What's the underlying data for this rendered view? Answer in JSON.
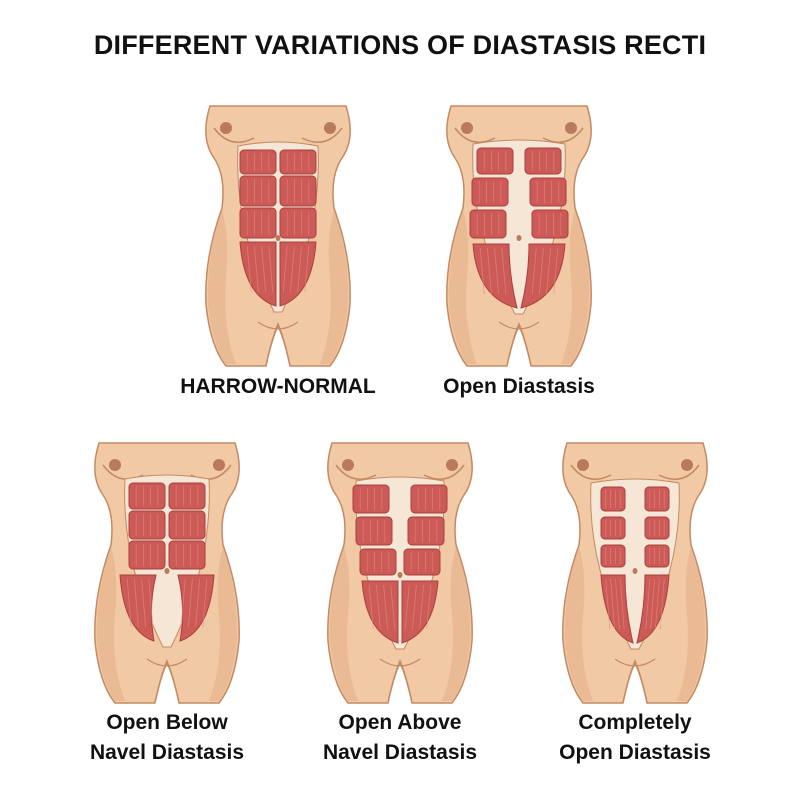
{
  "title": "DIFFERENT VARIATIONS OF DIASTASIS RECTI",
  "colors": {
    "skin": "#f2c9a5",
    "skin_shadow": "#e2ad86",
    "outline": "#c48a63",
    "nipple": "#b87a5a",
    "fascia": "#f5e6d5",
    "muscle": "#cc5a56",
    "muscle_dark": "#a9403e",
    "muscle_line": "#e38b83",
    "text": "#111111"
  },
  "figures": [
    {
      "id": "narrow-normal",
      "variant": "normal",
      "caption_lines": [
        "HARROW-NORMAL"
      ]
    },
    {
      "id": "open-diastasis",
      "variant": "open",
      "caption_lines": [
        "Open Diastasis"
      ]
    },
    {
      "id": "open-below-navel",
      "variant": "below",
      "caption_lines": [
        "Open Below",
        "Navel Diastasis"
      ]
    },
    {
      "id": "open-above-navel",
      "variant": "above",
      "caption_lines": [
        "Open Above",
        "Navel Diastasis"
      ]
    },
    {
      "id": "completely-open",
      "variant": "complete",
      "caption_lines": [
        "Completely",
        "Open Diastasis"
      ]
    }
  ]
}
